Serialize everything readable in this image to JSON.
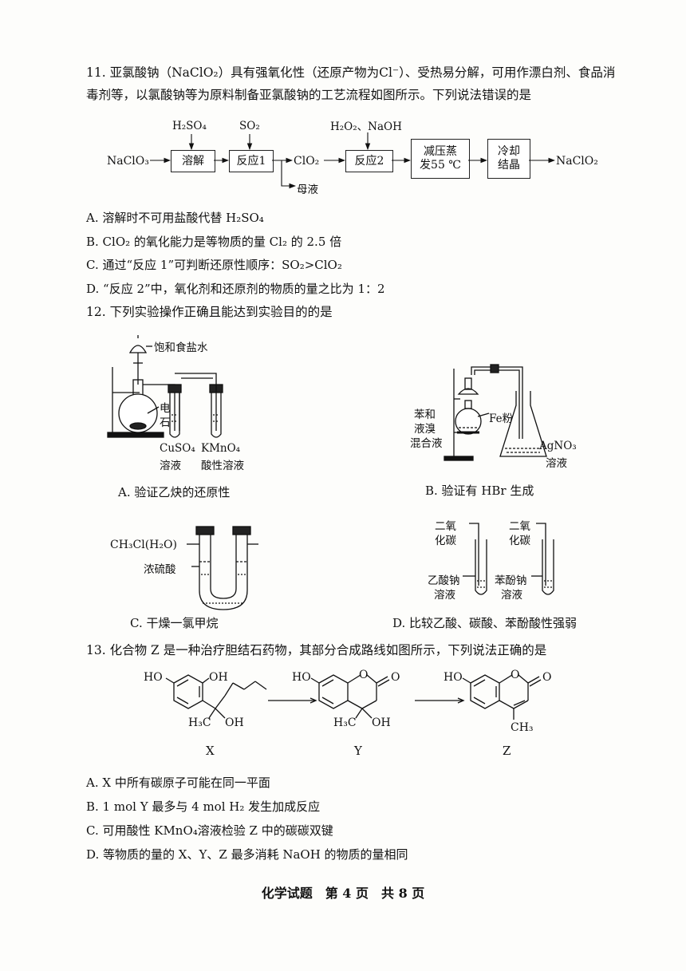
{
  "q11": {
    "line1": "11. 亚氯酸钠（NaClO₂）具有强氧化性（还原产物为Cl⁻）、受热易分解，可用作漂白剂、食品消",
    "line2": "毒剂等，以氯酸钠等为原料制备亚氯酸钠的工艺流程如图所示。下列说法错误的是",
    "flow": {
      "start": "NaClO₃",
      "reagent_h2so4": "H₂SO₄",
      "reagent_so2": "SO₂",
      "reagent_h2o2": "H₂O₂、NaOH",
      "box1": "溶解",
      "box2": "反应1",
      "mid": "ClO₂",
      "box3": "反应2",
      "box4_l1": "减压蒸",
      "box4_l2": "发55 ℃",
      "box5_l1": "冷却",
      "box5_l2": "结晶",
      "end": "NaClO₂",
      "byproduct": "母液"
    },
    "options": {
      "A": "A. 溶解时不可用盐酸代替 H₂SO₄",
      "B": "B. ClO₂ 的氧化能力是等物质的量 Cl₂ 的 2.5 倍",
      "C": "C. 通过“反应 1”可判断还原性顺序：SO₂>ClO₂",
      "D": "D. “反应 2”中，氧化剂和还原剂的物质的量之比为 1：2"
    }
  },
  "q12": {
    "stem": "12. 下列实验操作正确且能达到实验目的的是",
    "A": {
      "label_top": "饱和食盐水",
      "label_carbide_1": "电",
      "label_carbide_2": "石",
      "tube1_1": "CuSO₄",
      "tube1_2": "溶液",
      "tube2_1": "KMnO₄",
      "tube2_2": "酸性溶液",
      "caption": "A. 验证乙炔的还原性"
    },
    "B": {
      "label_mix_1": "苯和",
      "label_mix_2": "液溴",
      "label_mix_3": "混合液",
      "label_fe": "Fe粉",
      "label_agno3_1": "AgNO₃",
      "label_agno3_2": "溶液",
      "caption": "B. 验证有 HBr 生成"
    },
    "C": {
      "label_gas": "CH₃Cl(H₂O)",
      "label_acid": "浓硫酸",
      "caption": "C. 干燥一氯甲烷"
    },
    "D": {
      "gas1_1": "二氧",
      "gas1_2": "化碳",
      "gas2_1": "二氧",
      "gas2_2": "化碳",
      "sol1_1": "乙酸钠",
      "sol1_2": "溶液",
      "sol2_1": "苯酚钠",
      "sol2_2": "溶液",
      "caption": "D. 比较乙酸、碳酸、苯酚酸性强弱"
    }
  },
  "q13": {
    "stem": "13. 化合物 Z 是一种治疗胆结石药物，其部分合成路线如图所示，下列说法正确的是",
    "X": {
      "ho": "HO",
      "oh": "OH",
      "ch3": "H₃C",
      "oh2": "OH",
      "name": "X"
    },
    "Y": {
      "ho": "HO",
      "o_ring": "O",
      "o_co": "O",
      "ch3": "H₃C",
      "oh": "OH",
      "name": "Y"
    },
    "Z": {
      "ho": "HO",
      "o_ring": "O",
      "o_co": "O",
      "ch3": "CH₃",
      "name": "Z"
    },
    "options": {
      "A": "A. X 中所有碳原子可能在同一平面",
      "B": "B. 1 mol Y 最多与 4 mol H₂ 发生加成反应",
      "C": "C. 可用酸性 KMnO₄溶液检验 Z 中的碳碳双键",
      "D": "D. 等物质的量的 X、Y、Z 最多消耗 NaOH 的物质的量相同"
    }
  },
  "footer": "化学试题　第 4 页　共 8 页"
}
